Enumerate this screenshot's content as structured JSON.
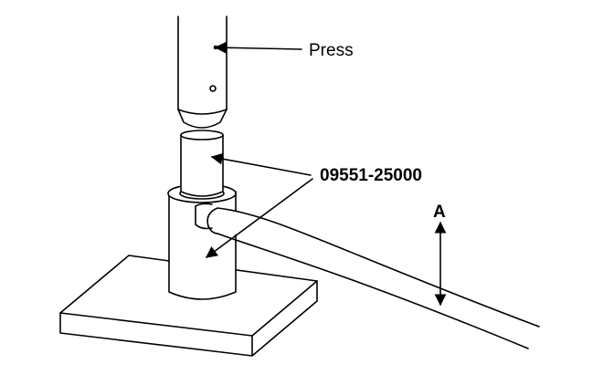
{
  "labels": {
    "press": "Press",
    "part_number": "09551-25000",
    "dimension": "A"
  },
  "colors": {
    "line": "#000000",
    "background": "#ffffff"
  }
}
